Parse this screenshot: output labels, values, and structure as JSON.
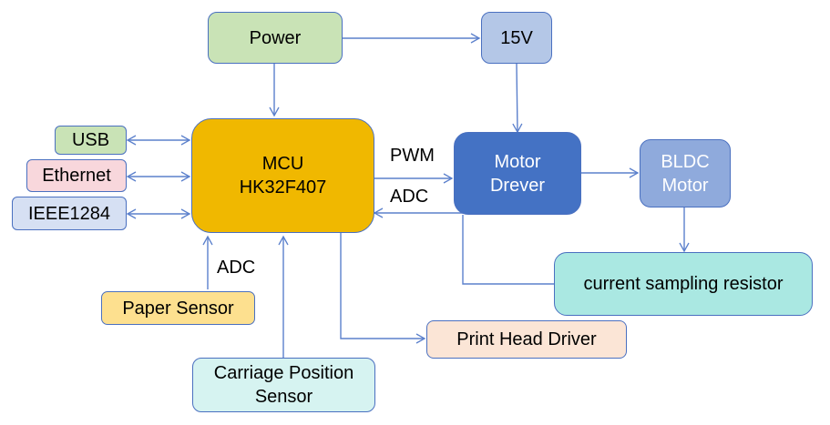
{
  "diagram": {
    "title": "",
    "nodes": {
      "power": {
        "label": "Power",
        "fill": "#c9e3b6"
      },
      "v15": {
        "label": "15V",
        "fill": "#b4c7e7"
      },
      "usb": {
        "label": "USB",
        "fill": "#c9e3b6"
      },
      "ethernet": {
        "label": "Ethernet",
        "fill": "#f8d7dc"
      },
      "ieee1284": {
        "label": "IEEE1284",
        "fill": "#d6e0f3"
      },
      "mcu": {
        "line1": "MCU",
        "line2": "HK32F407",
        "fill": "#f0b800"
      },
      "motor_driver": {
        "line1": "Motor",
        "line2": "Drever",
        "fill": "#4472c4",
        "text_color": "#ffffff"
      },
      "bldc_motor": {
        "line1": "BLDC",
        "line2": "Motor",
        "fill": "#8faadc",
        "text_color": "#ffffff"
      },
      "current_sampling_resistor": {
        "label": "current sampling resistor",
        "fill": "#aae8e2"
      },
      "paper_sensor": {
        "label": "Paper Sensor",
        "fill": "#fde08f"
      },
      "print_head_driver": {
        "label": "Print Head Driver",
        "fill": "#fbe5d6"
      },
      "carriage_position_sensor": {
        "line1": "Carriage Position",
        "line2": "Sensor",
        "fill": "#d6f3f1"
      }
    },
    "edge_labels": {
      "pwm": "PWM",
      "adc_motor": "ADC",
      "adc_paper": "ADC"
    },
    "edges": [
      {
        "from": "Power",
        "to": "15V",
        "type": "arrow"
      },
      {
        "from": "Power",
        "to": "MCU",
        "type": "arrow"
      },
      {
        "from": "15V",
        "to": "Motor Drever",
        "type": "arrow"
      },
      {
        "from": "USB",
        "to": "MCU",
        "type": "bidirectional"
      },
      {
        "from": "Ethernet",
        "to": "MCU",
        "type": "bidirectional"
      },
      {
        "from": "IEEE1284",
        "to": "MCU",
        "type": "bidirectional"
      },
      {
        "from": "MCU",
        "to": "Motor Drever",
        "type": "arrow",
        "label": "PWM"
      },
      {
        "from": "Motor Drever",
        "to": "MCU",
        "type": "arrow",
        "label": "ADC"
      },
      {
        "from": "Motor Drever",
        "to": "BLDC Motor",
        "type": "arrow"
      },
      {
        "from": "BLDC Motor",
        "to": "current sampling resistor",
        "type": "arrow"
      },
      {
        "from": "current sampling resistor",
        "to": "Motor Drever",
        "type": "line"
      },
      {
        "from": "Paper Sensor",
        "to": "MCU",
        "type": "arrow",
        "label": "ADC"
      },
      {
        "from": "Carriage Position Sensor",
        "to": "MCU",
        "type": "arrow"
      },
      {
        "from": "MCU",
        "to": "Print Head Driver",
        "type": "arrow"
      }
    ],
    "wire_color": "#5b80cc"
  }
}
